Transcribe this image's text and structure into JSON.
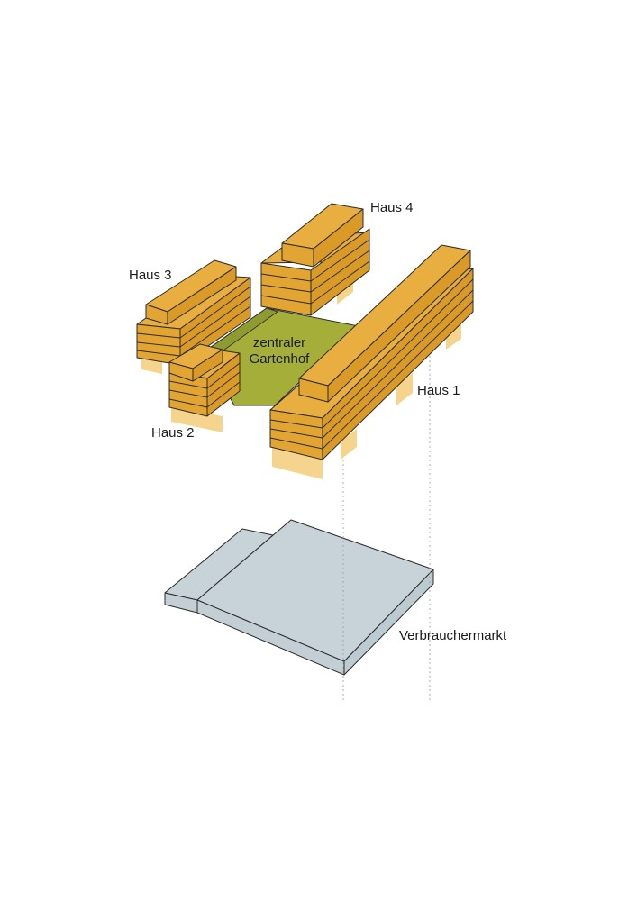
{
  "labels": {
    "haus4": "Haus 4",
    "haus3": "Haus 3",
    "haus2": "Haus 2",
    "haus1": "Haus 1",
    "courtyard_line1": "zentraler",
    "courtyard_line2": "Gartenhof",
    "market": "Verbrauchermarkt"
  },
  "colors": {
    "building_top": "#e8ae3f",
    "building_side": "#e3a532",
    "pilotis": "#f5d58e",
    "courtyard": "#a6ae3a",
    "market_top": "#c7d3d9",
    "market_side": "#c3cfd5",
    "outline": "#2b2b2b"
  }
}
